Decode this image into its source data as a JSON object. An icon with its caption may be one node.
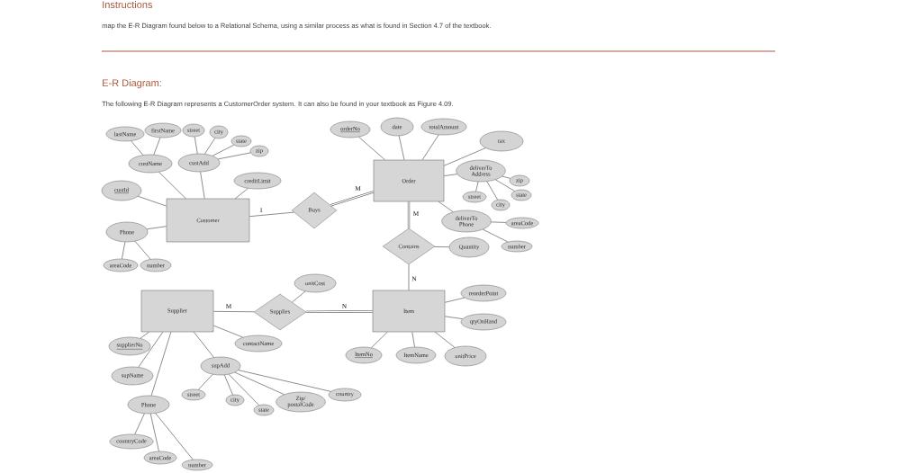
{
  "diagram": {
    "title": "Instructions",
    "nodes": [
      {
        "text": [
          "lastName"
        ]
      },
      {
        "text": [
          "firstName"
        ]
      },
      {
        "text": [
          "street"
        ]
      },
      {
        "text": [
          "city"
        ]
      },
      {
        "text": [
          "state"
        ]
      },
      {
        "text": [
          "zip"
        ]
      },
      {
        "text": [
          "custName"
        ]
      },
      {
        "text": [
          "custAdd"
        ]
      },
      {
        "text": [
          "creditLimit"
        ]
      },
      {
        "text": [
          "custId"
        ]
      },
      {
        "text": [
          "Customer"
        ]
      },
      {
        "text": [
          "Phone"
        ]
      },
      {
        "text": [
          "areaCode"
        ]
      },
      {
        "text": [
          "number"
        ]
      },
      {
        "text": [
          "orderNo"
        ]
      },
      {
        "text": [
          "date"
        ]
      },
      {
        "text": [
          "totalAmount"
        ]
      },
      {
        "text": [
          "tax"
        ]
      },
      {
        "text": [
          "Order"
        ]
      },
      {
        "text": [
          "deliverTo Address"
        ]
      },
      {
        "text": [
          "zip"
        ]
      },
      {
        "text": [
          "street"
        ]
      },
      {
        "text": [
          "state"
        ]
      },
      {
        "text": [
          "city"
        ]
      },
      {
        "text": [
          "deliverTo Phone"
        ]
      },
      {
        "text": [
          "areaCode"
        ]
      },
      {
        "text": [
          "number"
        ]
      },
      {
        "text": [
          "Buys"
        ]
      },
      {
        "text": [
          "Contains"
        ]
      },
      {
        "text": [
          "Quantity"
        ]
      },
      {
        "text": [
          "unitCost"
        ]
      },
      {
        "text": [
          "Supplier"
        ]
      },
      {
        "text": [
          "Supplies"
        ]
      },
      {
        "text": [
          "Item"
        ]
      },
      {
        "text": [
          "reorderPoint"
        ]
      },
      {
        "text": [
          "qtyOnHand"
        ]
      },
      {
        "text": [
          "supplierNo"
        ]
      },
      {
        "text": [
          "contactName"
        ]
      },
      {
        "text": [
          "supAdd"
        ]
      },
      {
        "text": [
          "ItemNo"
        ]
      },
      {
        "text": [
          "ItemName"
        ]
      },
      {
        "text": [
          "unitPrice"
        ]
      },
      {
        "text": [
          "supName"
        ]
      },
      {
        "text": [
          "street"
        ]
      },
      {
        "text": [
          "city"
        ]
      },
      {
        "text": [
          "Zip/ postalCode"
        ]
      },
      {
        "text": [
          "state"
        ]
      },
      {
        "text": [
          "country"
        ]
      },
      {
        "text": [
          "Phone"
        ]
      },
      {
        "text": [
          "countryCode"
        ]
      },
      {
        "text": [
          "areaCode"
        ]
      },
      {
        "text": [
          "number"
        ]
      }
    ],
    "edges": [
      {
        "from": 6,
        "to": 0,
        "arrow": "none"
      },
      {
        "from": 6,
        "to": 1,
        "arrow": "none"
      },
      {
        "from": 7,
        "to": 2,
        "arrow": "none"
      },
      {
        "from": 7,
        "to": 3,
        "arrow": "none"
      },
      {
        "from": 7,
        "to": 4,
        "arrow": "none"
      },
      {
        "from": 7,
        "to": 5,
        "arrow": "none"
      },
      {
        "from": 10,
        "to": 6,
        "arrow": "none"
      },
      {
        "from": 10,
        "to": 7,
        "arrow": "none"
      },
      {
        "from": 10,
        "to": 8,
        "arrow": "none"
      },
      {
        "from": 10,
        "to": 9,
        "arrow": "none"
      },
      {
        "from": 10,
        "to": 11,
        "arrow": "none"
      },
      {
        "from": 11,
        "to": 12,
        "arrow": "none"
      },
      {
        "from": 11,
        "to": 13,
        "arrow": "none"
      },
      {
        "from": 10,
        "to": 27,
        "arrow": "none",
        "label": "1"
      },
      {
        "from": 27,
        "to": 18,
        "arrow": "none",
        "label": "M",
        "style": "thick"
      },
      {
        "from": 18,
        "to": 14,
        "arrow": "none"
      },
      {
        "from": 18,
        "to": 15,
        "arrow": "none"
      },
      {
        "from": 18,
        "to": 16,
        "arrow": "none"
      },
      {
        "from": 18,
        "to": 17,
        "arrow": "none"
      },
      {
        "from": 18,
        "to": 19,
        "arrow": "none"
      },
      {
        "from": 19,
        "to": 20,
        "arrow": "none"
      },
      {
        "from": 19,
        "to": 21,
        "arrow": "none"
      },
      {
        "from": 19,
        "to": 22,
        "arrow": "none"
      },
      {
        "from": 19,
        "to": 23,
        "arrow": "none"
      },
      {
        "from": 18,
        "to": 24,
        "arrow": "none"
      },
      {
        "from": 24,
        "to": 25,
        "arrow": "none"
      },
      {
        "from": 24,
        "to": 26,
        "arrow": "none"
      },
      {
        "from": 18,
        "to": 28,
        "arrow": "none",
        "label": "M",
        "style": "thick"
      },
      {
        "from": 28,
        "to": 33,
        "arrow": "none",
        "label": "N"
      },
      {
        "from": 28,
        "to": 29,
        "arrow": "none"
      },
      {
        "from": 31,
        "to": 32,
        "arrow": "none",
        "label": "M"
      },
      {
        "from": 32,
        "to": 33,
        "arrow": "none",
        "label": "N",
        "style": "thick"
      },
      {
        "from": 32,
        "to": 30,
        "arrow": "none"
      },
      {
        "from": 33,
        "to": 34,
        "arrow": "none"
      },
      {
        "from": 33,
        "to": 35,
        "arrow": "none"
      },
      {
        "from": 33,
        "to": 41,
        "arrow": "none"
      },
      {
        "from": 33,
        "to": 39,
        "arrow": "none"
      },
      {
        "from": 33,
        "to": 40,
        "arrow": "none"
      },
      {
        "from": 31,
        "to": 36,
        "arrow": "none"
      },
      {
        "from": 31,
        "to": 42,
        "arrow": "none"
      },
      {
        "from": 31,
        "to": 48,
        "arrow": "none"
      },
      {
        "from": 31,
        "to": 37,
        "arrow": "none"
      },
      {
        "from": 31,
        "to": 38,
        "arrow": "none"
      },
      {
        "from": 38,
        "to": 43,
        "arrow": "none"
      },
      {
        "from": 38,
        "to": 44,
        "arrow": "none"
      },
      {
        "from": 38,
        "to": 46,
        "arrow": "none"
      },
      {
        "from": 38,
        "to": 45,
        "arrow": "none"
      },
      {
        "from": 38,
        "to": 47,
        "arrow": "none"
      },
      {
        "from": 48,
        "to": 49,
        "arrow": "none"
      },
      {
        "from": 48,
        "to": 50,
        "arrow": "none"
      },
      {
        "from": 48,
        "to": 51,
        "arrow": "none"
      }
    ],
    "labels": [
      "map the E-R Diagram found below to a Relational Schema, using a similar process as what is found in Section 4.7 of the textbook.",
      "E-R Diagram:",
      "The following E-R Diagram represents a CustomerOrder system.  It can also be found in your textbook as Figure 4.09."
    ]
  }
}
